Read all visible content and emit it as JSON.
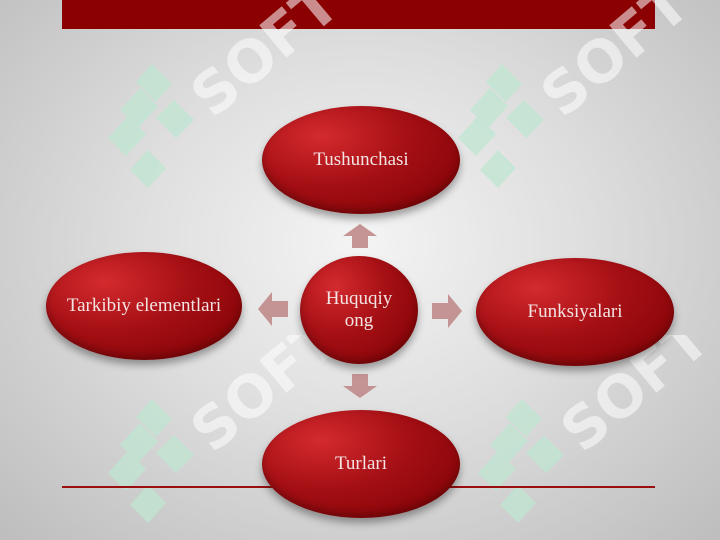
{
  "diagram": {
    "center": "Huquqiy ong",
    "top": "Tushunchasi",
    "right": "Funksiyalari",
    "bottom": "Turlari",
    "left": "Tarkibiy elementlari"
  },
  "watermark": {
    "text": "SOFT"
  },
  "colors": {
    "bar": "#8b0000",
    "node": "#a40f14",
    "arrow": "#c08a8a",
    "watermark_logo": "#bfe6d2",
    "watermark_text": "#ffffff"
  }
}
